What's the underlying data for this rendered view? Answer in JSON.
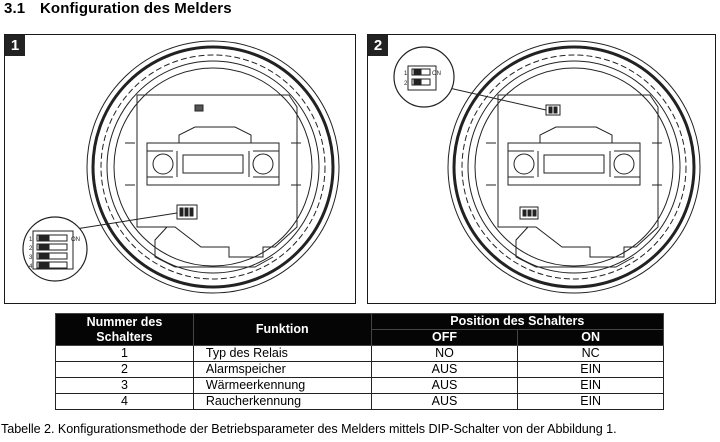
{
  "heading": {
    "number": "3.1",
    "title": "Konfiguration des Melders"
  },
  "figures": [
    {
      "badge": "1",
      "switch_labels": [
        "1",
        "2",
        "3",
        "4"
      ],
      "switch_on_label": "ON"
    },
    {
      "badge": "2",
      "switch_labels": [
        "1",
        "2"
      ],
      "switch_on_label": "ON"
    }
  ],
  "table": {
    "header": {
      "number_col": "Nummer des Schalters",
      "function_col": "Funktion",
      "position_group": "Position des Schalters",
      "off": "OFF",
      "on": "ON"
    },
    "rows": [
      {
        "number": "1",
        "function": "Typ des Relais",
        "off": "NO",
        "on": "NC"
      },
      {
        "number": "2",
        "function": "Alarmspeicher",
        "off": "AUS",
        "on": "EIN"
      },
      {
        "number": "3",
        "function": "Wärmeerkennung",
        "off": "AUS",
        "on": "EIN"
      },
      {
        "number": "4",
        "function": "Raucherkennung",
        "off": "AUS",
        "on": "EIN"
      }
    ]
  },
  "caption": "Tabelle 2. Konfigurationsmethode der Betriebsparameter des Melders mittels DIP-Schalter von der Abbildung 1."
}
